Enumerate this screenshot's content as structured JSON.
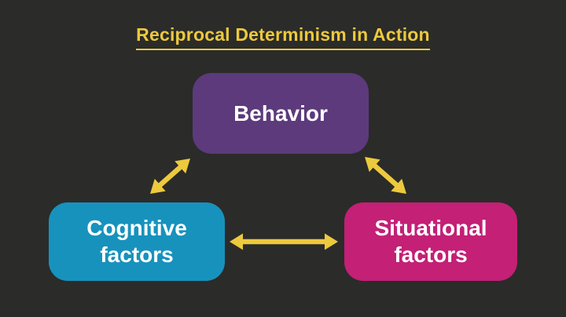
{
  "title": "Reciprocal Determinism in Action",
  "colors": {
    "background": "#2b2b29",
    "accent_yellow": "#edc93d",
    "behavior_box": "#5c3a7c",
    "cognitive_box": "#1792bd",
    "situational_box": "#c32076",
    "box_text": "#ffffff"
  },
  "nodes": {
    "behavior": {
      "label": "Behavior"
    },
    "cognitive": {
      "label": "Cognitive factors"
    },
    "situational": {
      "label": "Situational factors"
    }
  },
  "edges": [
    {
      "from": "Behavior",
      "to": "Cognitive factors",
      "bidirectional": true
    },
    {
      "from": "Behavior",
      "to": "Situational factors",
      "bidirectional": true
    },
    {
      "from": "Cognitive factors",
      "to": "Situational factors",
      "bidirectional": true
    }
  ]
}
